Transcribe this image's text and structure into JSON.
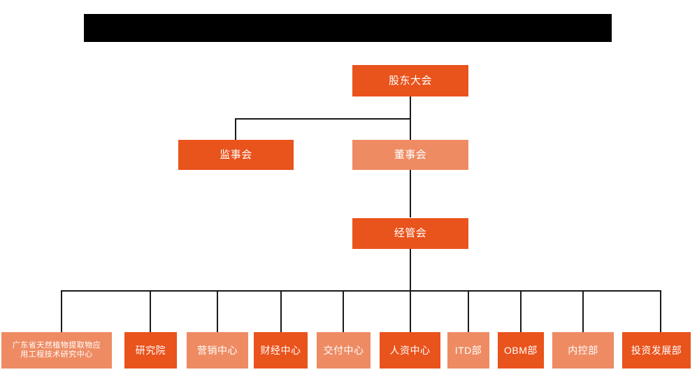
{
  "palette": {
    "dark_orange": "#E9531C",
    "light_orange": "#EE8B63",
    "connector": "#1a1a1a",
    "banner": "#000000",
    "background": "#ffffff",
    "text": "#ffffff"
  },
  "banner": {
    "label": "",
    "note": "redacted-title-bar"
  },
  "diagram": {
    "type": "organization-chart",
    "levels": [
      {
        "level": 1,
        "nodes": [
          {
            "id": "shareholders-meeting",
            "label": "股东大会",
            "tone": "dark"
          }
        ]
      },
      {
        "level": 2,
        "nodes": [
          {
            "id": "board-of-supervisors",
            "label": "监事会",
            "tone": "dark"
          },
          {
            "id": "board-of-directors",
            "label": "董事会",
            "tone": "light"
          }
        ]
      },
      {
        "level": 3,
        "nodes": [
          {
            "id": "management-committee",
            "label": "经管会",
            "tone": "dark"
          }
        ]
      },
      {
        "level": 4,
        "nodes": [
          {
            "id": "engineering-research-center",
            "label": "广东省天然植物提取物应\n用工程技术研究中心",
            "tone": "light"
          },
          {
            "id": "research-institute",
            "label": "研究院",
            "tone": "dark"
          },
          {
            "id": "marketing-center",
            "label": "营销中心",
            "tone": "light"
          },
          {
            "id": "finance-center",
            "label": "财经中心",
            "tone": "dark"
          },
          {
            "id": "delivery-center",
            "label": "交付中心",
            "tone": "light"
          },
          {
            "id": "hr-center",
            "label": "人资中心",
            "tone": "dark"
          },
          {
            "id": "itd-department",
            "label": "ITD部",
            "tone": "light"
          },
          {
            "id": "obm-department",
            "label": "OBM部",
            "tone": "dark"
          },
          {
            "id": "internal-control-department",
            "label": "内控部",
            "tone": "light"
          },
          {
            "id": "investment-development-department",
            "label": "投资发展部",
            "tone": "dark"
          }
        ]
      }
    ]
  }
}
